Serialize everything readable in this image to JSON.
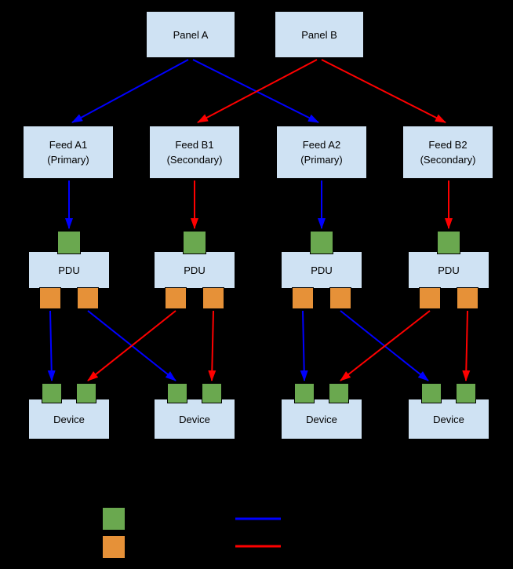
{
  "colors": {
    "background": "#000000",
    "box_fill": "#cfe2f3",
    "port_green": "#6aa84f",
    "port_orange": "#e69138",
    "primary_path_blue": "#0000ff",
    "secondary_path_red": "#ff0000"
  },
  "nodes": {
    "panel_a": "Panel A",
    "panel_b": "Panel B",
    "feed_a1": {
      "line1": "Feed A1",
      "line2": "(Primary)"
    },
    "feed_b1": {
      "line1": "Feed B1",
      "line2": "(Secondary)"
    },
    "feed_a2": {
      "line1": "Feed A2",
      "line2": "(Primary)"
    },
    "feed_b2": {
      "line1": "Feed B2",
      "line2": "(Secondary)"
    },
    "pdu": "PDU",
    "device": "Device"
  },
  "legend": {
    "swatch_green": "#6aa84f",
    "swatch_orange": "#e69138",
    "line_blue": "#0000ff",
    "line_red": "#ff0000"
  }
}
